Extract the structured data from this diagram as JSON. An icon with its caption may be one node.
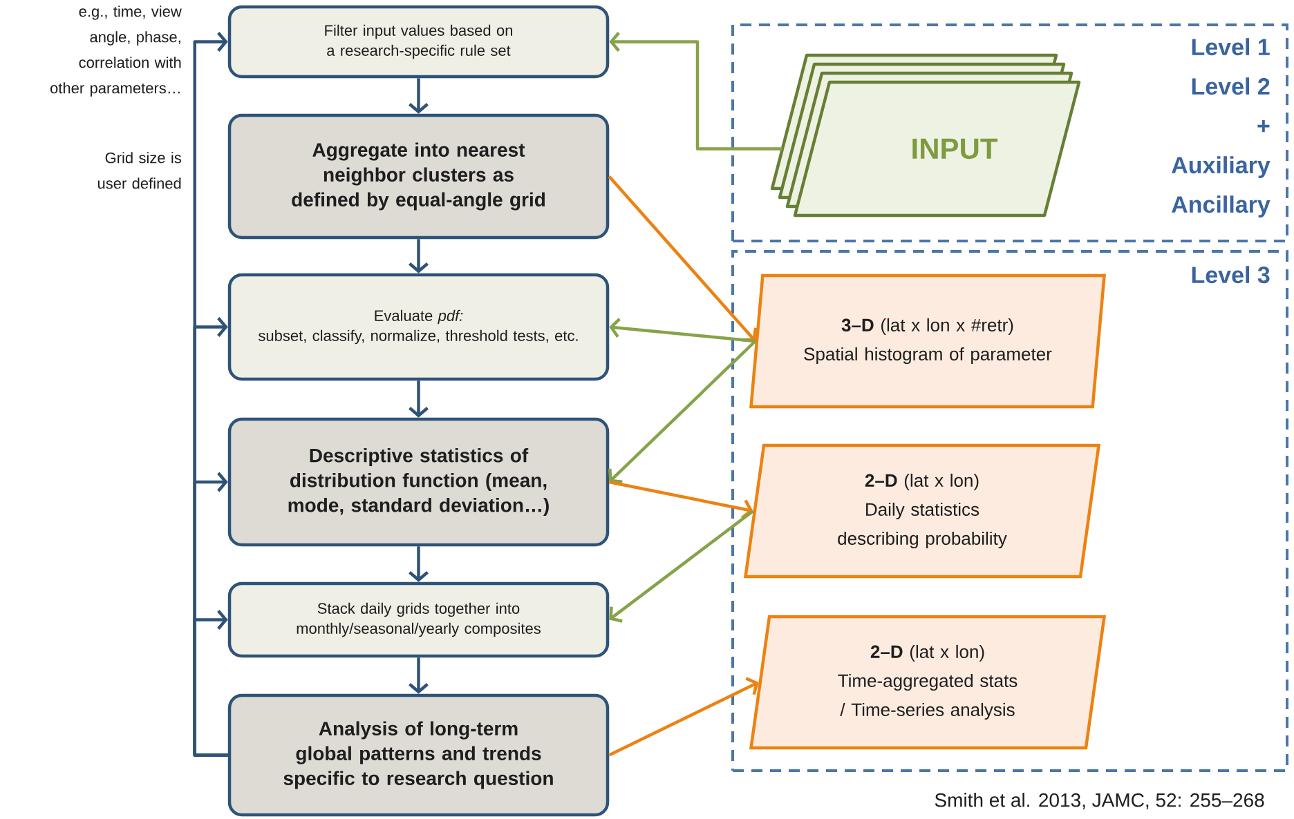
{
  "diagram": {
    "caption": "Smith et al. 2013, JAMC, 52: 255–268",
    "nodes": [
      {
        "text": [
          "Filter input values based on a research-specific rule set"
        ]
      },
      {
        "text": [
          "Aggregate into nearest neighbor clusters as defined by equal-angle grid"
        ]
      },
      {
        "text": [
          "Evaluate *pdf:*",
          "subset, classify, normalize, threshold tests, etc."
        ]
      },
      {
        "text": [
          "Descriptive statistics of distribution function (mean, mode, standard deviation…)"
        ]
      },
      {
        "text": [
          "Stack daily grids together into monthly/seasonal/yearly composites"
        ]
      },
      {
        "text": [
          "Analysis of long-term global patterns and trends specific to research question"
        ]
      },
      {
        "text": [
          "Level 1",
          "Level 2",
          "+",
          "Auxiliary",
          "Ancillary"
        ]
      },
      {
        "text": [
          "INPUT"
        ],
        "in": 6
      },
      {
        "text": [
          "Level 3"
        ]
      },
      {
        "text": [
          "**3–D** (lat x lon x #retr)",
          "Spatial histogram of parameter"
        ],
        "in": 8
      },
      {
        "text": [
          "**2–D** (lat x lon)",
          "Daily statistics describing probability"
        ],
        "in": 8
      },
      {
        "text": [
          "**2–D** (lat x lon)",
          "Time-aggregated stats / Time-series analysis"
        ],
        "in": 8
      }
    ],
    "edges": [
      {
        "from": 0,
        "to": 1,
        "arrow": "to"
      },
      {
        "from": 1,
        "to": 2,
        "arrow": "to"
      },
      {
        "from": 2,
        "to": 3,
        "arrow": "to"
      },
      {
        "from": 3,
        "to": 4,
        "arrow": "to"
      },
      {
        "from": 4,
        "to": 5,
        "arrow": "to"
      },
      {
        "from": 5,
        "to": 0,
        "arrow": "to"
      },
      {
        "from": 5,
        "to": 2,
        "arrow": "to"
      },
      {
        "from": 5,
        "to": 3,
        "arrow": "to"
      },
      {
        "from": 5,
        "to": 4,
        "arrow": "to"
      },
      {
        "from": 7,
        "to": 0,
        "arrow": "to",
        "color": "#86a34a"
      },
      {
        "from": 1,
        "to": 9,
        "arrow": "to",
        "color": "#ec8212"
      },
      {
        "from": 9,
        "to": 2,
        "arrow": "to",
        "color": "#86a34a"
      },
      {
        "from": 9,
        "to": 3,
        "arrow": "to",
        "color": "#86a34a"
      },
      {
        "from": 3,
        "to": 10,
        "arrow": "to",
        "color": "#ec8212"
      },
      {
        "from": 10,
        "to": 4,
        "arrow": "to",
        "color": "#86a34a"
      },
      {
        "from": 5,
        "to": 11,
        "arrow": "to",
        "color": "#ec8212"
      }
    ],
    "labels": [
      "e.g., time, view angle, phase, correlation with other parameters…",
      "Grid size is user defined"
    ]
  }
}
